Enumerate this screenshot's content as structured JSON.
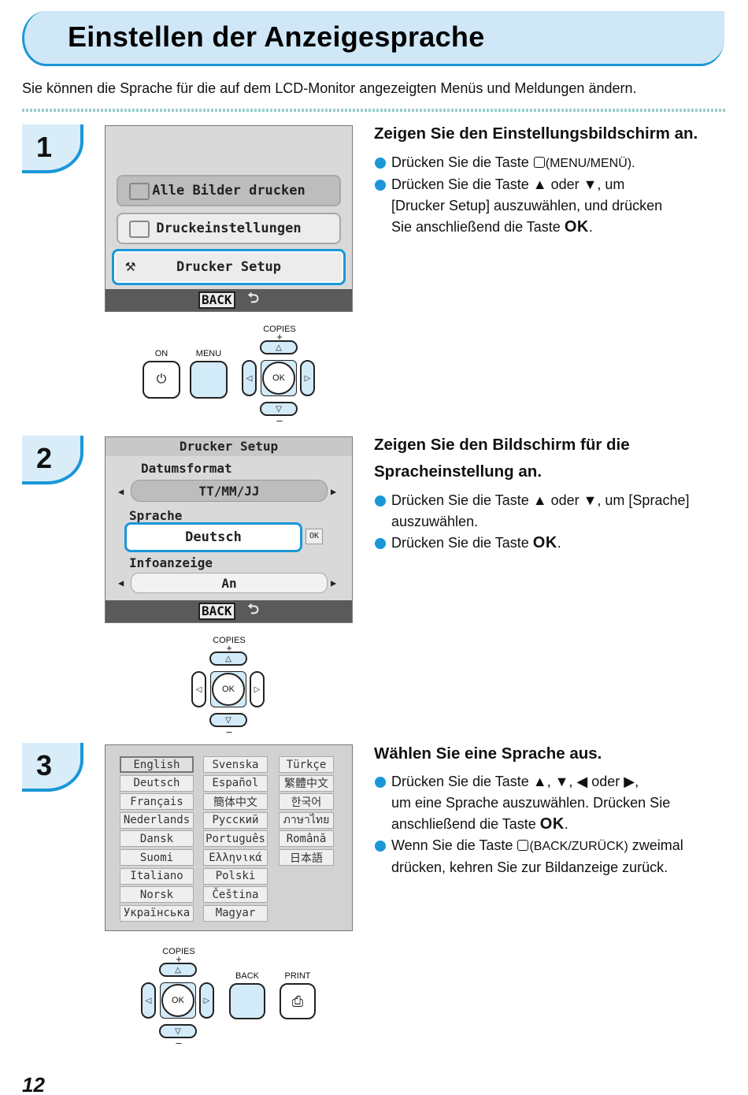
{
  "header": {
    "title": "Einstellen der Anzeigesprache"
  },
  "intro": "Sie können die Sprache für die auf dem LCD-Monitor angezeigten Menüs und Meldungen ändern.",
  "steps": [
    {
      "number": "1",
      "heading": "Zeigen Sie den Einstellungsbildschirm an.",
      "bullets": [
        {
          "pre": "Drücken Sie die Taste ",
          "post": "(MENU/MENÜ)."
        },
        {
          "line1": "Drücken Sie die Taste ▲ oder ▼, um",
          "line2": "[Drucker Setup] auszuwählen, und drücken",
          "line3pre": "Sie anschließend die Taste ",
          "ok": "OK",
          "line3post": "."
        }
      ],
      "screen": {
        "items": [
          "Alle Bilder drucken",
          "Druckeinstellungen",
          "Drucker Setup"
        ],
        "back": "BACK"
      },
      "keys": {
        "on": "ON",
        "menu": "MENU",
        "copies": "COPIES",
        "plus": "+",
        "minus": "–",
        "ok": "OK",
        "up": "△",
        "down": "▽",
        "left": "◁",
        "right": "▷",
        "power": "⏻"
      }
    },
    {
      "number": "2",
      "heading_line1": "Zeigen Sie den Bildschirm für die",
      "heading_line2": "Spracheinstellung an.",
      "bullets": [
        {
          "line1": "Drücken Sie die Taste ▲ oder ▼, um [Sprache]",
          "line2": "auszuwählen."
        },
        {
          "pre": "Drücken Sie die Taste ",
          "ok": "OK",
          "post": "."
        }
      ],
      "screen": {
        "title": "Drucker Setup",
        "label1": "Datumsformat",
        "value1": "TT/MM/JJ",
        "label2": "Sprache",
        "value2": "Deutsch",
        "ok": "OK",
        "label3": "Infoanzeige",
        "value3": "An",
        "back": "BACK",
        "arrow_left": "◀",
        "arrow_right": "▶"
      },
      "keys": {
        "copies": "COPIES",
        "plus": "+",
        "minus": "–",
        "ok": "OK",
        "up": "△",
        "down": "▽",
        "left": "◁",
        "right": "▷"
      }
    },
    {
      "number": "3",
      "heading": "Wählen Sie eine Sprache aus.",
      "bullets": [
        {
          "line1": "Drücken Sie die Taste ▲, ▼, ◀ oder ▶,",
          "line2": "um eine Sprache auszuwählen. Drücken Sie",
          "line3pre": "anschließend die Taste ",
          "ok": "OK",
          "line3post": "."
        },
        {
          "pre": "Wenn Sie die Taste ",
          "mid": "(BACK/ZURÜCK)",
          "post": " zweimal",
          "line2": "drücken, kehren Sie zur Bildanzeige zurück."
        }
      ],
      "screen": {
        "col1": [
          "English",
          "Deutsch",
          "Français",
          "Nederlands",
          "Dansk",
          "Suomi",
          "Italiano",
          "Norsk",
          "Українська"
        ],
        "col2": [
          "Svenska",
          "Español",
          "簡体中文",
          "Русский",
          "Português",
          "Ελληνικά",
          "Polski",
          "Čeština",
          "Magyar"
        ],
        "col3": [
          "Türkçe",
          "繁體中文",
          "한국어",
          "ภาษาไทย",
          "Română",
          "日本語"
        ]
      },
      "keys": {
        "copies": "COPIES",
        "plus": "+",
        "minus": "–",
        "ok": "OK",
        "up": "△",
        "down": "▽",
        "left": "◁",
        "right": "▷",
        "back": "BACK",
        "print": "PRINT",
        "print_icon": "⎙"
      }
    }
  ],
  "page_number": "12",
  "colors": {
    "accent": "#1a97d8",
    "header_bg": "#cfe7f7"
  }
}
